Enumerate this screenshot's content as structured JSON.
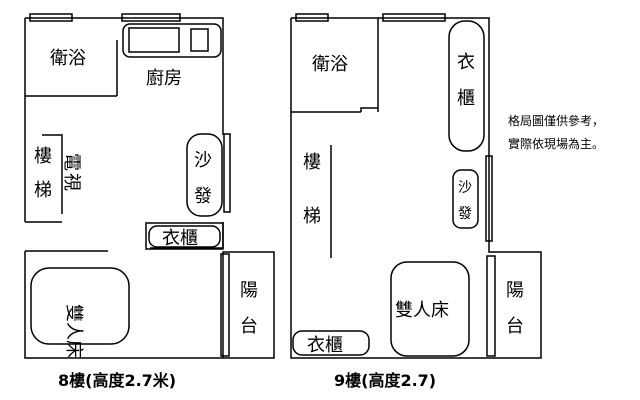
{
  "floor8": {
    "bathroom": "衛浴",
    "kitchen": "廚房",
    "stairs_1": "樓",
    "stairs_2": "梯",
    "tv_1": "電",
    "tv_2": "視",
    "sofa_1": "沙",
    "sofa_2": "發",
    "wardrobe": "衣櫃",
    "bed": "雙人床",
    "balcony_1": "陽",
    "balcony_2": "台",
    "caption": "8樓(高度2.7米)"
  },
  "floor9": {
    "bathroom": "衛浴",
    "wardrobe_tall_1": "衣",
    "wardrobe_tall_2": "櫃",
    "stairs_1": "樓",
    "stairs_2": "梯",
    "sofa_1": "沙",
    "sofa_2": "發",
    "bed": "雙人床",
    "balcony_1": "陽",
    "balcony_2": "台",
    "wardrobe_bottom": "衣櫃",
    "caption": "9樓(高度2.7)"
  },
  "note": {
    "line1": "格局圖僅供參考，",
    "line2": "實際依現場為主。"
  }
}
